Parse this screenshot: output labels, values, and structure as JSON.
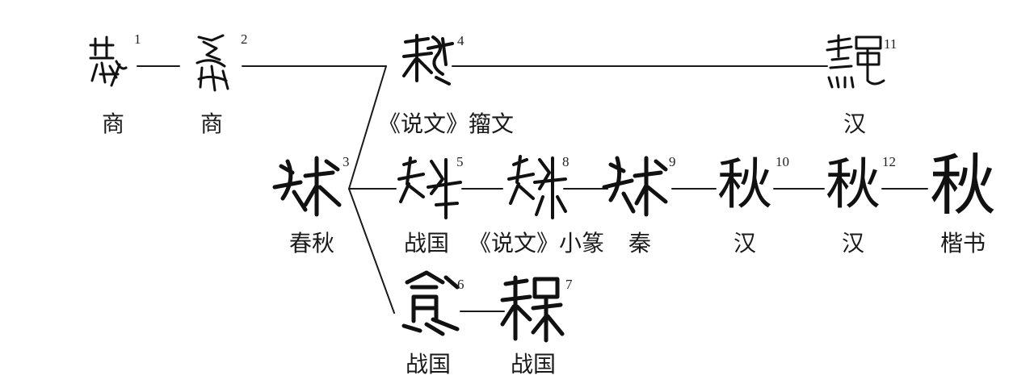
{
  "nodes": [
    {
      "id": "1",
      "glyph": "",
      "number": "1",
      "label": "商"
    },
    {
      "id": "2",
      "glyph": "",
      "number": "2",
      "label": "商"
    },
    {
      "id": "3",
      "glyph": "",
      "number": "3",
      "label": "春秋"
    },
    {
      "id": "4",
      "glyph": "",
      "number": "4",
      "label": "《说文》籀文"
    },
    {
      "id": "5",
      "glyph": "",
      "number": "5",
      "label": "战国"
    },
    {
      "id": "6",
      "glyph": "",
      "number": "6",
      "label": "战国"
    },
    {
      "id": "7",
      "glyph": "",
      "number": "7",
      "label": "战国"
    },
    {
      "id": "8",
      "glyph": "",
      "number": "8",
      "label": "《说文》小篆"
    },
    {
      "id": "9",
      "glyph": "",
      "number": "9",
      "label": "秦"
    },
    {
      "id": "10",
      "glyph": "秋",
      "number": "10",
      "label": "汉"
    },
    {
      "id": "11",
      "glyph": "",
      "number": "11",
      "label": "汉"
    },
    {
      "id": "12",
      "glyph": "秋",
      "number": "12",
      "label": "汉"
    },
    {
      "id": "13",
      "glyph": "秋",
      "number": "",
      "label": "楷书"
    }
  ]
}
